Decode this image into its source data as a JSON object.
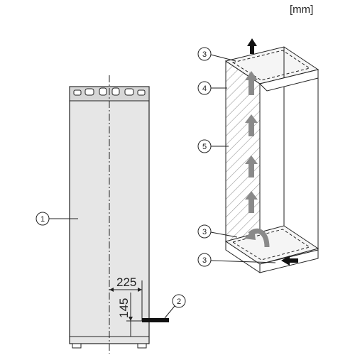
{
  "unit_label": "[mm]",
  "dimensions": {
    "horizontal": "225",
    "vertical": "145"
  },
  "callouts": {
    "front_left": "1",
    "socket": "2",
    "top_vent": "3",
    "side_panel": "4",
    "airflow_channel": "5",
    "bottom_vent": "3",
    "base_vent": "3"
  },
  "colors": {
    "line": "#222222",
    "panel_fill": "#e6e6e6",
    "arrow_gray": "#8a8a8a",
    "hatch": "#9a9a9a",
    "socket_black": "#111111"
  }
}
